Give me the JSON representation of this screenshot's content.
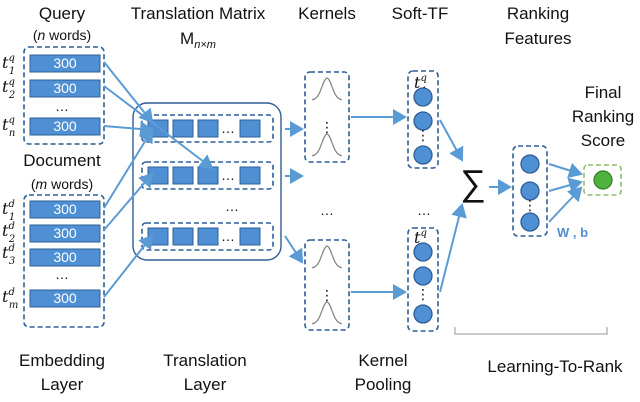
{
  "labels": {
    "query": "Query",
    "query_words_pre": "(",
    "query_words_var": "n",
    "query_words_post": " words)",
    "translation_matrix": "Translation Matrix",
    "matrix_symbol": "M",
    "matrix_sub": "n×m",
    "kernels": "Kernels",
    "soft_tf": "Soft-TF",
    "ranking": "Ranking",
    "features": "Features",
    "final": "Final",
    "ranking2": "Ranking",
    "score": "Score",
    "document": "Document",
    "doc_words_pre": "(",
    "doc_words_var": "m",
    "doc_words_post": " words)",
    "embedding": "Embedding",
    "layer": "Layer",
    "translation": "Translation",
    "layer2": "Layer",
    "kernel": "Kernel",
    "pooling": "Pooling",
    "ltr": "Learning-To-Rank",
    "wb": "W , b",
    "sigma": "∑",
    "ellipsis": "…",
    "vdots": "⋮"
  },
  "query_vectors": [
    "300",
    "300",
    "300"
  ],
  "doc_vectors": [
    "300",
    "300",
    "300",
    "300"
  ],
  "query_terms": [
    {
      "base": "t",
      "sup": "q",
      "sub": "1"
    },
    {
      "base": "t",
      "sup": "q",
      "sub": "2"
    },
    {
      "base": "t",
      "sup": "q",
      "sub": "n"
    }
  ],
  "doc_terms": [
    {
      "base": "t",
      "sup": "d",
      "sub": "1"
    },
    {
      "base": "t",
      "sup": "d",
      "sub": "2"
    },
    {
      "base": "t",
      "sup": "d",
      "sub": "3"
    },
    {
      "base": "t",
      "sup": "d",
      "sub": "m"
    }
  ],
  "softtf_terms": [
    {
      "base": "t",
      "sup": "q",
      "sub": "1"
    },
    {
      "base": "t",
      "sup": "q",
      "sub": "n"
    }
  ],
  "colors": {
    "cell_fill": "#4f8fd3",
    "frame_stroke": "#2e5f95",
    "arrow": "#5b9bd5",
    "final_score": "#4db33d"
  }
}
